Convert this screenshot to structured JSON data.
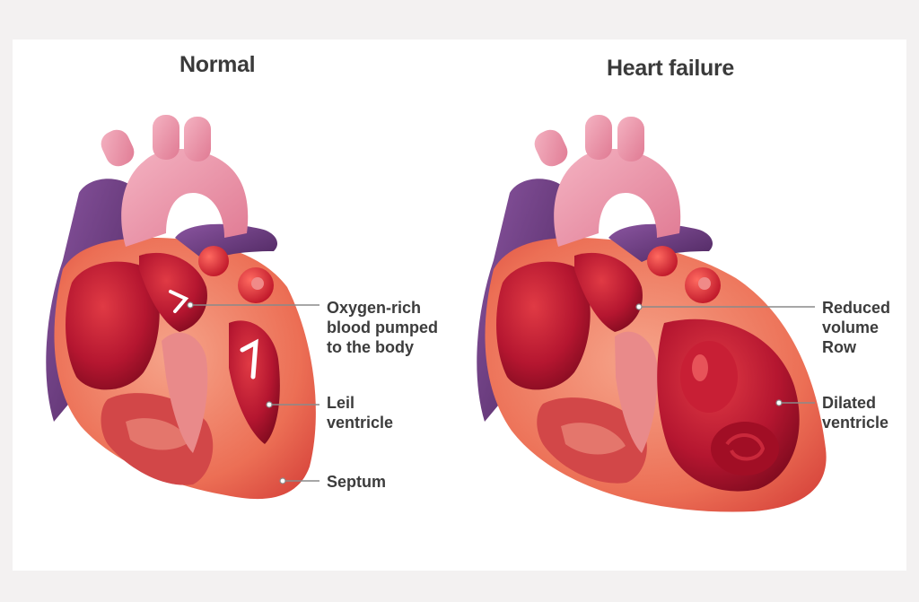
{
  "panels": {
    "normal": {
      "title": "Normal",
      "labels": {
        "oxygen": "Oxygen-rich\nblood pumped\nto the body",
        "ventricle": "Leil\nventricle",
        "septum": "Septum"
      }
    },
    "failure": {
      "title": "Heart failure",
      "labels": {
        "reduced": "Reduced\nvolume\nRow",
        "dilated": "Dilated\nventricle"
      }
    }
  },
  "colors": {
    "background": "#ffffff",
    "vein_purple": "#6b3a78",
    "artery_pink": "#e98aa0",
    "muscle_red": "#d8373a",
    "chamber_dark": "#9c0f26",
    "outer_orange": "#ef7a5c",
    "leader_line": "#8a8a8a"
  }
}
